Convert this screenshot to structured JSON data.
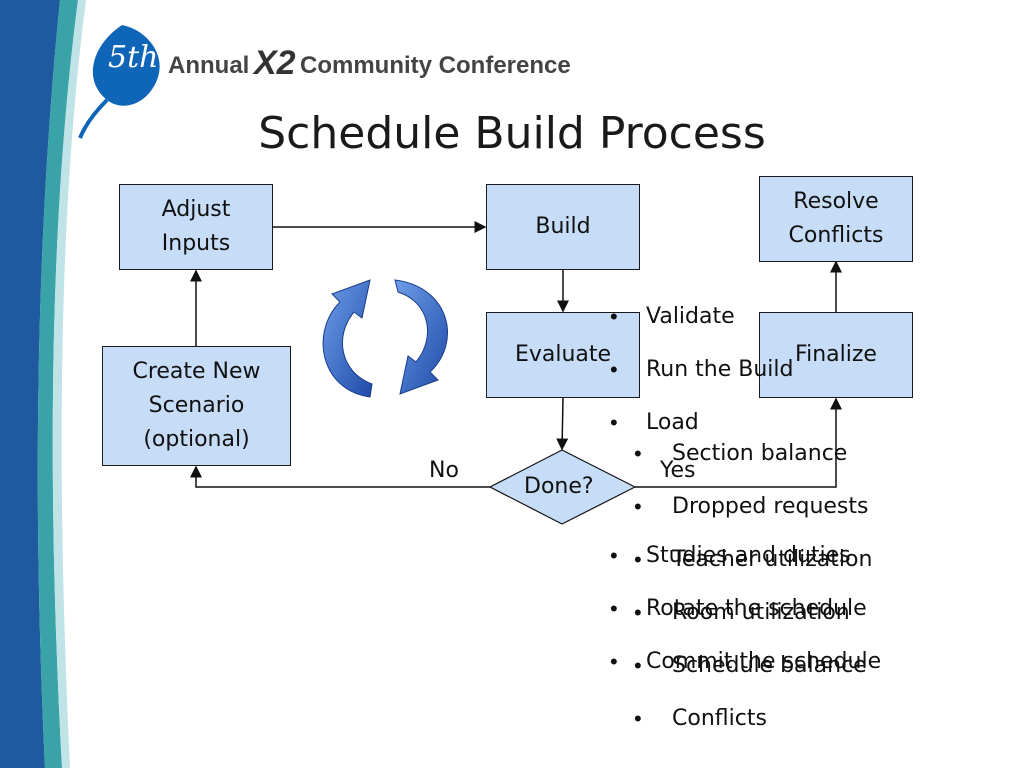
{
  "colors": {
    "box_fill": "#c6dcf7",
    "left_band_dark": "#1f5aa0",
    "left_band_teal": "#3aa3a8",
    "arrow_blue": "#3a6fc4",
    "logo_blue": "#0f66b8"
  },
  "header": {
    "logo_ordinal": "5th",
    "logo_word_annual": "Annual",
    "logo_x2": "X2",
    "logo_rest": "Community Conference"
  },
  "slide": {
    "title": "Schedule Build Process"
  },
  "flowchart": {
    "nodes": {
      "adjust_inputs": "Adjust\nInputs",
      "build": "Build",
      "resolve_conflicts": "Resolve\nConflicts",
      "evaluate": "Evaluate",
      "finalize": "Finalize",
      "create_new_scenario": "Create New\nScenario\n(optional)",
      "done": "Done?"
    },
    "edge_labels": {
      "no": "No",
      "yes": "Yes"
    }
  },
  "bullets_finalize": [
    "Validate",
    "Run the Build",
    "Load",
    "Studies and duties",
    "Rotate the schedule",
    "Commit the schedule"
  ],
  "bullets_evaluate": [
    "Section balance",
    "Dropped requests",
    "Teacher utilization",
    "Room utilization",
    "Schedule balance",
    "Conflicts"
  ],
  "icons": {
    "cycle": "refresh-cycle-icon",
    "bullet": "bullet-dot"
  }
}
